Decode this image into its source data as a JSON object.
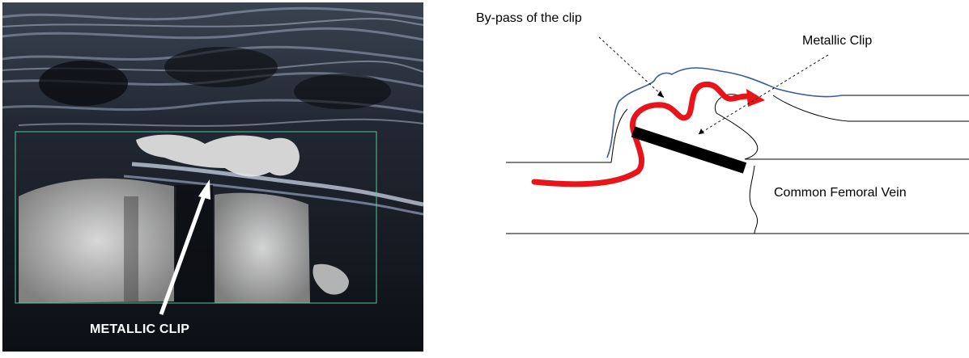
{
  "ultrasound": {
    "label": "METALLIC CLIP"
  },
  "diagram": {
    "labels": {
      "bypass": "By-pass of the clip",
      "clip": "Metallic Clip",
      "vein": "Common Femoral Vein"
    },
    "colors": {
      "flow_arrow": "#e8141a",
      "wall_outline": "#3a5a9a",
      "clip": "#000000"
    }
  },
  "colors": {
    "image_frame": "#3aa7c4",
    "roi_box": "#4fc79a"
  }
}
